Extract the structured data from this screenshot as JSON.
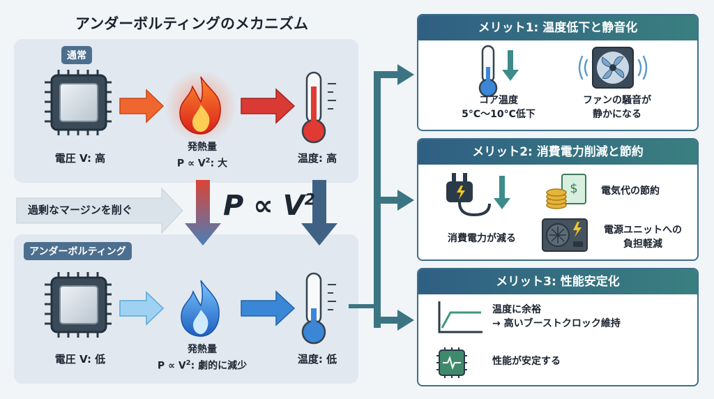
{
  "title": "アンダーボルティングのメカニズム",
  "normal": {
    "tag": "通常",
    "voltage_label": "電圧 V: 高",
    "heat_title": "発熱量",
    "heat_formula": "P ∝ V",
    "heat_formula_sup": "2",
    "heat_suffix": ": 大",
    "temp_label": "温度: 高"
  },
  "middle": {
    "margin_label": "過剰なマージンを削ぐ",
    "formula": "P ∝ V",
    "formula_sup": "2"
  },
  "undervolt": {
    "tag": "アンダーボルティング",
    "voltage_label": "電圧 V: 低",
    "heat_title": "発熱量",
    "heat_formula": "P ∝ V",
    "heat_formula_sup": "2",
    "heat_suffix": ": 劇的に減少",
    "temp_label": "温度: 低"
  },
  "merit1": {
    "title": "メリット1: 温度低下と静音化",
    "temp_line1": "コア温度",
    "temp_line2": "5°C〜10°C低下",
    "fan_line1": "ファンの騒音が",
    "fan_line2": "静かになる"
  },
  "merit2": {
    "title": "メリット2: 消費電力削減と節約",
    "power_label": "消費電力が減る",
    "saving_label": "電気代の節約",
    "psu_line1": "電源ユニットへの",
    "psu_line2": "負担軽減"
  },
  "merit3": {
    "title": "メリット3: 性能安定化",
    "boost_line1": "温度に余裕",
    "boost_line2": "→ 高いブーストクロック維持",
    "stable_label": "性能が安定する"
  },
  "colors": {
    "hot": "#e2453a",
    "cool": "#3f86d6",
    "arrow_blue": "#3e6890",
    "teal": "#3b7b85"
  }
}
